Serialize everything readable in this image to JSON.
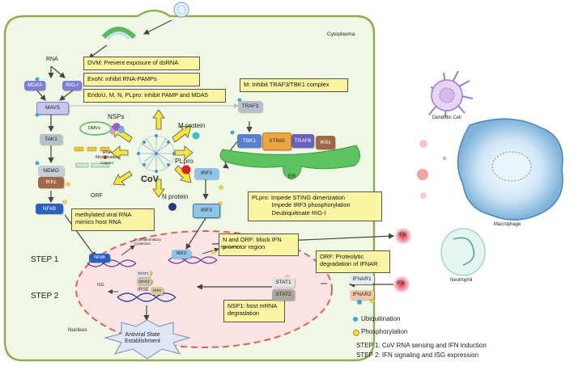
{
  "colors": {
    "cell_fill": "#f1f7e5",
    "cell_border": "#8fb050",
    "nucleus_fill": "#fde4e4",
    "nucleus_border": "#e06060",
    "yellow_box": "#fbf4a1",
    "purple": "#7e7fd0",
    "tak_gray": "#b6c0cc",
    "ikk_brown": "#a06845",
    "nfkb_blue": "#2b5fc0",
    "irf3_blue": "#8ec4e6",
    "er_green": "#5cc262",
    "sting_orange": "#f0a640",
    "ifnar_peach": "#f2c7a8",
    "ubiquitination_dot": "#2ab3d8",
    "phosphorylation_dot": "#f4d64a"
  },
  "labels": {
    "cytoplasma": "Cytoplasma",
    "rna": "RNA",
    "mda5": "MDA5",
    "rigi": "RIG-I",
    "mavs": "MAVS",
    "tak1": "TAK1",
    "nemo": "NEMO",
    "ikke": "IKKε",
    "nfkb": "NFkB",
    "nfkb_nuc": "NFkB",
    "dmvs": "DMVs",
    "nsps": "NSPs",
    "m_protein": "M protein",
    "plpro": "PLpro",
    "cov": "CoV",
    "orf": "ORF",
    "n_protein": "N protein",
    "rna_modification": "RNA\nModification",
    "capped": "Capped",
    "traf3": "TRAF3",
    "tbk1": "TBK1",
    "sting": "STING",
    "traf6": "TRAF6",
    "ikke2": "IKKε",
    "er": "ER",
    "irf3_a": "IRF3",
    "irf3_b": "IRF3",
    "irf3_nuc": "IRF3",
    "step1": "STEP 1",
    "step2": "STEP 2",
    "proinflammatory": "Proinflammatory\nCytokines",
    "type1ifn": "Type 1 IFN",
    "isg": "ISG",
    "stat1_nuc": "STAT1",
    "stat2_nuc": "STAT2",
    "irse": "IRSE",
    "irf9": "IRF9",
    "nucleus": "Nucleus",
    "antiviral": "Antiviral State\nEstablishment",
    "stat1": "STAT1",
    "stat2": "STAT2",
    "ifnar1": "IFNAR1",
    "ifnar2": "IFNAR2",
    "ifn_top": "IFN",
    "ifn_bottom": "IFN",
    "dendritic": "Dendritic Cell",
    "macrophage": "Macrophage",
    "neutrophil": "Neutrophil"
  },
  "boxes": {
    "dvm": "DVM: Prevent exposure of dsRNA",
    "exon": "ExoN: inhibit RNA-PAMPs",
    "endou": "EndoU, M, N, PLpro: inhibit PAMP and MDA5",
    "m_inhibit": "M: Inhibit TRAF3/TBK1 complex",
    "methylated": "methylated viral RNA\nmimics host RNA",
    "plpro": "PLpro: Impede STING dimerization\n            Impede IRF3 phosphorylation\n            Deubiquitinate RIG-I",
    "n_orf": "N and ORF: block IFN\npromotor region",
    "orf_ifnar": "ORF: Proteolytic\ndegradation of IFNAR",
    "nsp1": "NSP1: host mRNA\ndegradation"
  },
  "legend": {
    "ubiquitination": "Ubiquitination",
    "phosphorylation": "Phosphorylation",
    "step1": "STEP 1: CoV RNA sensing and IFN induction",
    "step2": "STEP 2: IFN signaling and ISG expression"
  }
}
